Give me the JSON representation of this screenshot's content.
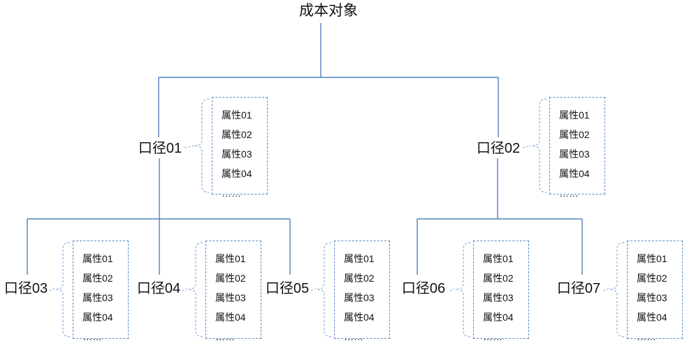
{
  "nodes": {
    "root": "成本对象",
    "n01": "口径01",
    "n02": "口径02",
    "n03": "口径03",
    "n04": "口径04",
    "n05": "口径05",
    "n06": "口径06",
    "n07": "口径07"
  },
  "attributes": [
    "属性01",
    "属性02",
    "属性03",
    "属性04",
    "……"
  ],
  "colors": {
    "connector_solid": "#4f81bd",
    "connector_dashed": "#8fb2d9",
    "attribute_box_border": "#5b8ac2",
    "text": "#111111",
    "background": "#ffffff"
  }
}
